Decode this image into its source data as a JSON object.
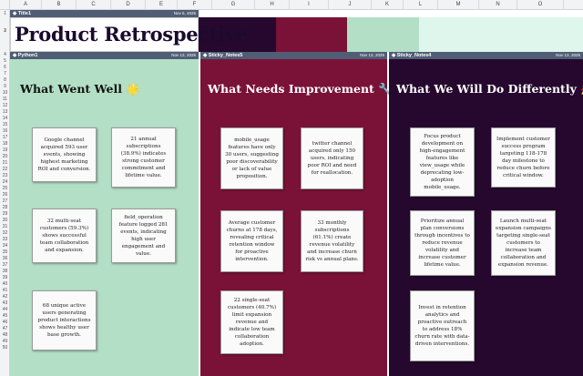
{
  "columns": [
    "A",
    "B",
    "C",
    "D",
    "E",
    "F",
    "G",
    "H",
    "I",
    "J",
    "K",
    "L",
    "M",
    "N",
    "O"
  ],
  "rows": [
    "1",
    "2",
    "3",
    "4",
    "5",
    "6",
    "7",
    "8",
    "9",
    "10",
    "11",
    "12",
    "13",
    "14",
    "15",
    "16",
    "17",
    "18",
    "19",
    "20",
    "21",
    "22",
    "23",
    "24",
    "25",
    "26",
    "27",
    "28",
    "29",
    "30",
    "31",
    "32",
    "33",
    "34",
    "35",
    "36",
    "37",
    "38",
    "39",
    "40",
    "41",
    "42",
    "43",
    "44",
    "45",
    "46",
    "47",
    "48",
    "49",
    "50"
  ],
  "title_panel": {
    "bar": "Title1",
    "date": "Nov 5, 2025",
    "text": "Product Retrospective"
  },
  "panels": [
    {
      "bar": "Python1",
      "date": "Nov 13, 2025",
      "heading": "What Went Well 🌟",
      "bg": "#b3dfc6",
      "notes": [
        "Google channel acquired 593 user events, showing highest marketing ROI and conversion.",
        "21 annual subscriptions (38.9%) indicates strong customer commitment and lifetime value.",
        "32 multi-seat customers (59.3%) shows successful team collaboration and expansion.",
        "field_operation feature logged 281 events, indicating high user engagement and value.",
        "68 unique active users generating product interactions shows healthy user base growth."
      ]
    },
    {
      "bar": "Sticky_Notes5",
      "date": "Nov 13, 2025",
      "heading": "What Needs Improvement 🔧",
      "bg": "#7a1238",
      "notes": [
        "mobile_usage features have only 30 users, suggesting poor discoverability or lack of value proposition.",
        "twitter channel acquired only 150 users, indicating poor ROI and need for reallocation.",
        "Average customer churns at 178 days, revealing critical retention window for proactive intervention.",
        "33 monthly subscriptions (61.1%) create revenue volatility and increase churn risk vs annual plans.",
        "22 single-seat customers (40.7%) limit expansion revenue and indicate low team collaboration adoption."
      ]
    },
    {
      "bar": "Sticky_Notes4",
      "date": "Nov 13, 2025",
      "heading": "What We Will Do Differently 🚀",
      "bg": "#26082f",
      "notes": [
        "Focus product development on high-engagement features like view_usage while deprecating low-adoption mobile_usage.",
        "Implement customer success program targeting 118-178 day milestone to reduce churn before critical window.",
        "Prioritize annual plan conversions through incentives to reduce revenue volatility and increase customer lifetime value.",
        "Launch multi-seat expansion campaigns targeting single-seat customers to increase team collaboration and expansion revenue.",
        "Invest in retention analytics and proactive outreach to address 18% churn rate with data-driven interventions."
      ]
    }
  ],
  "colors": {
    "header_swatch_1": "#26082f",
    "header_swatch_2": "#7a1238",
    "header_swatch_3": "#b3dfc6",
    "header_swatch_4": "#dff6ec",
    "bar": "#4f5d75"
  }
}
